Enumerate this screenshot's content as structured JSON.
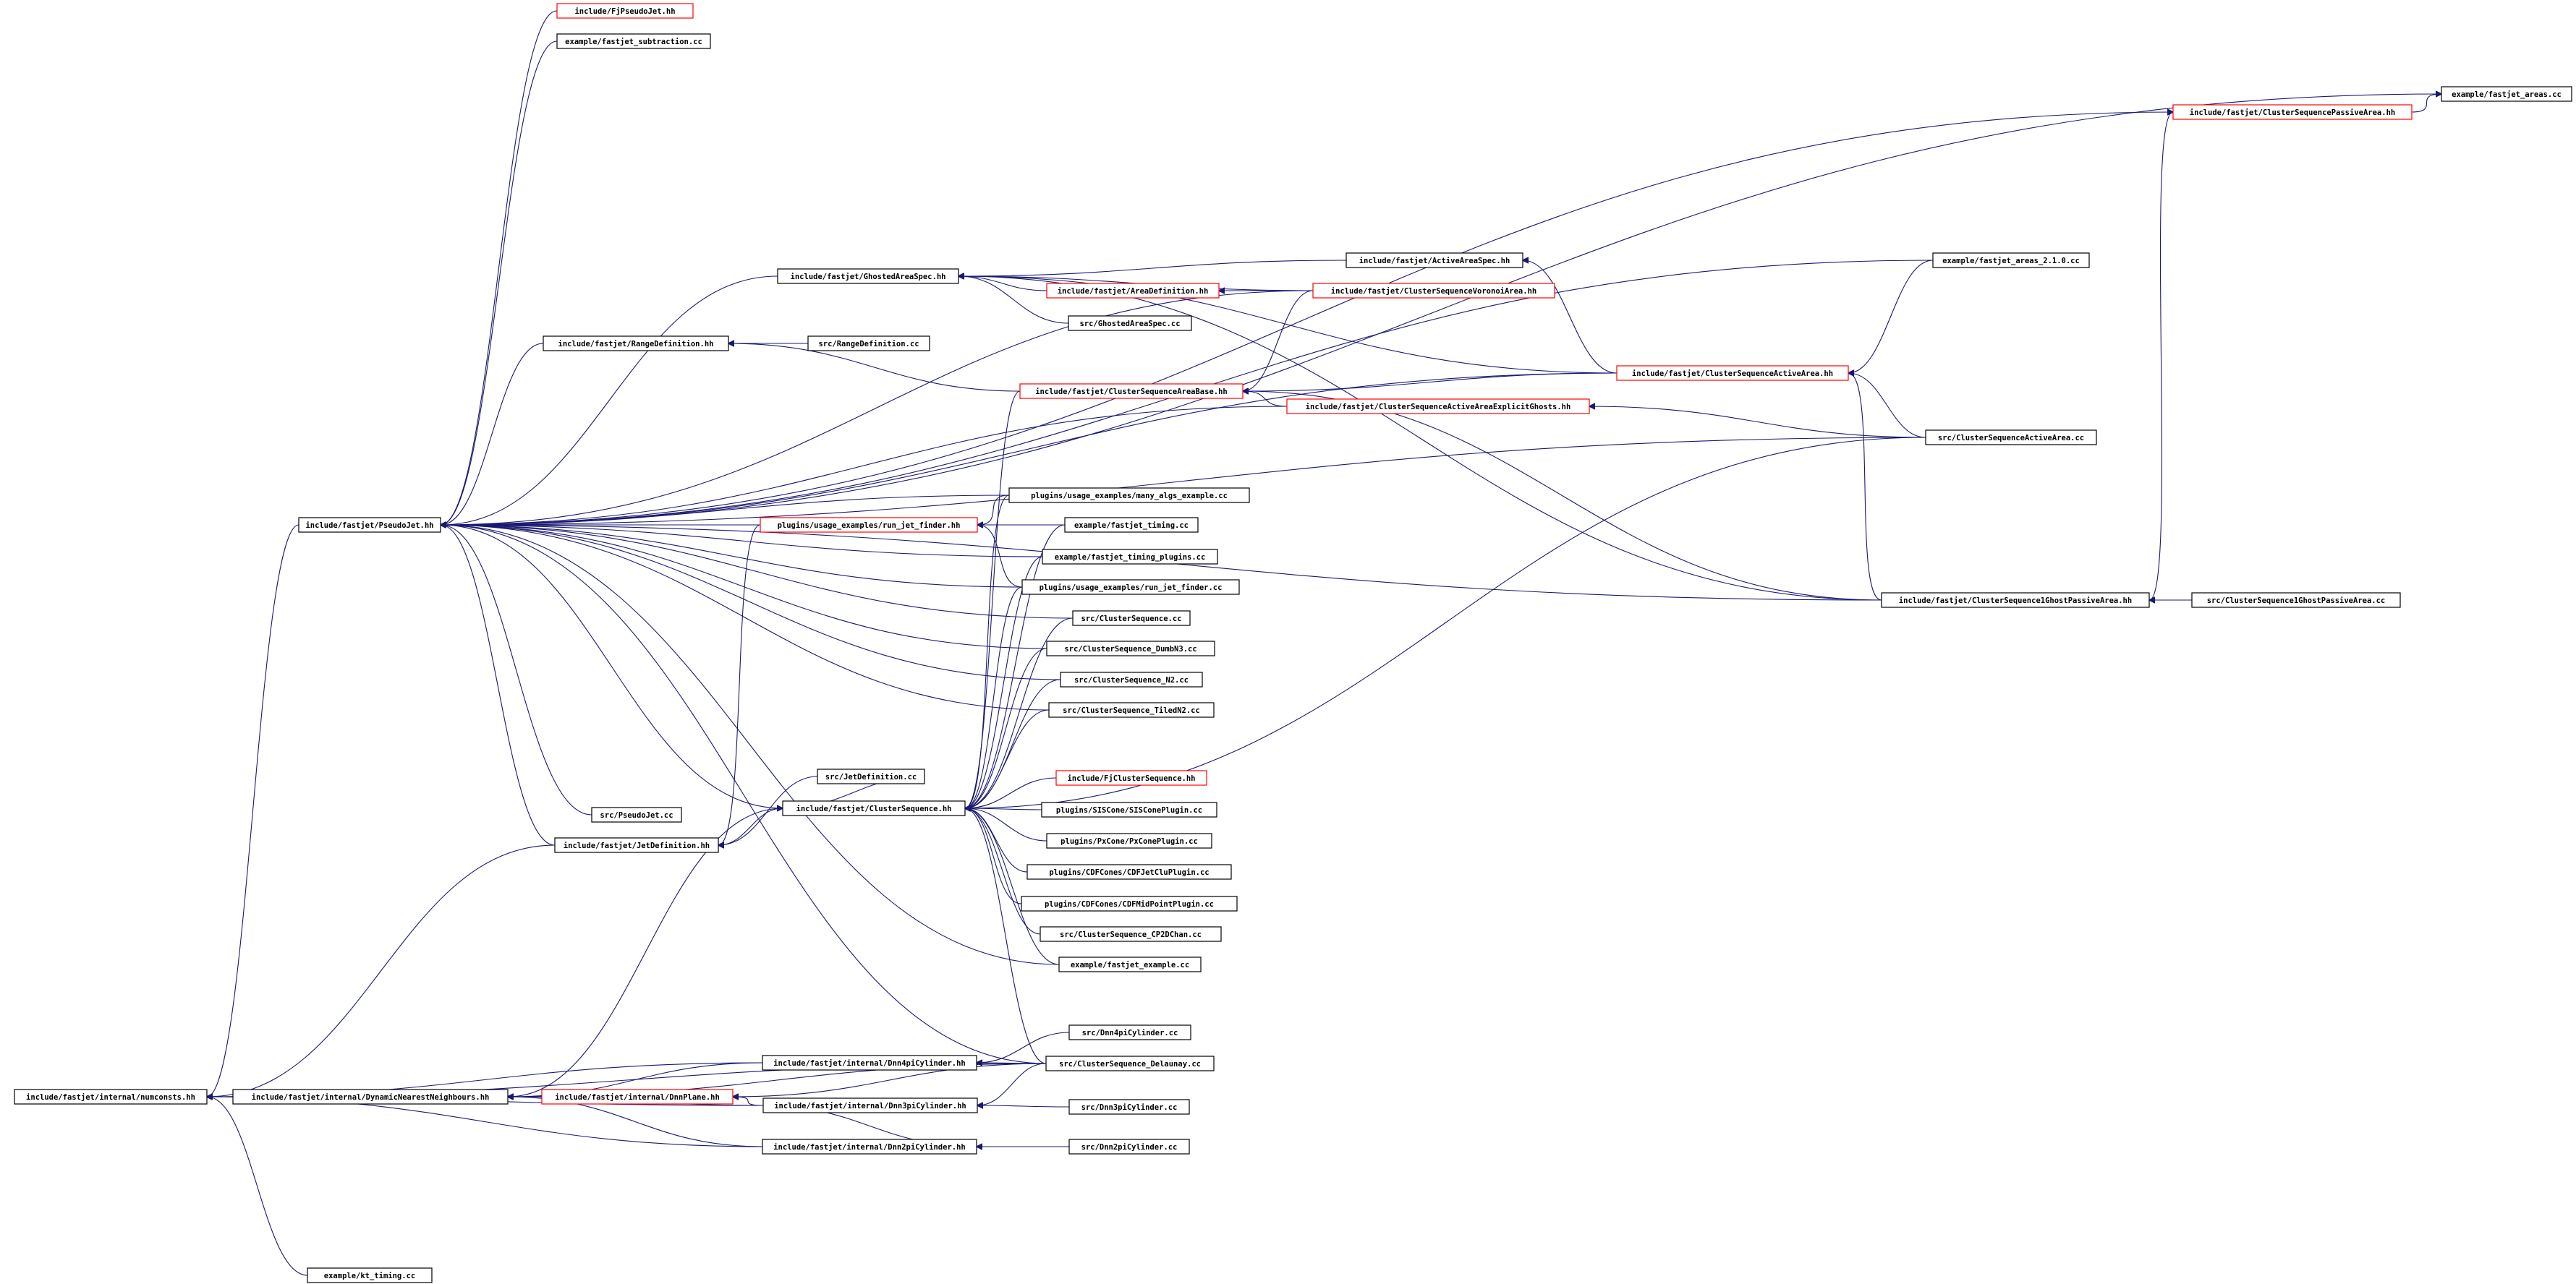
{
  "graph": {
    "colors": {
      "edge": "#191970",
      "linked_border": "#000000",
      "undocumented_border": "#ff0000",
      "root_fill": "#bfbfbf"
    },
    "nodes": [
      {
        "id": "numconsts",
        "label": "include/fastjet/internal/numconsts.hh",
        "style": "root"
      },
      {
        "id": "pseudojet_hh",
        "label": "include/fastjet/PseudoJet.hh",
        "style": "linked"
      },
      {
        "id": "dnn_hh",
        "label": "include/fastjet/internal/DynamicNearestNeighbours.hh",
        "style": "linked"
      },
      {
        "id": "kt_timing",
        "label": "example/kt_timing.cc",
        "style": "linked"
      },
      {
        "id": "fj_pseudojet",
        "label": "include/FjPseudoJet.hh",
        "style": "undocumented"
      },
      {
        "id": "fj_subtraction",
        "label": "example/fastjet_subtraction.cc",
        "style": "linked"
      },
      {
        "id": "fj_areas",
        "label": "example/fastjet_areas.cc",
        "style": "linked"
      },
      {
        "id": "cs_passive",
        "label": "include/fastjet/ClusterSequencePassiveArea.hh",
        "style": "undocumented"
      },
      {
        "id": "fj_areas_210",
        "label": "example/fastjet_areas_2.1.0.cc",
        "style": "linked"
      },
      {
        "id": "activeareaspec",
        "label": "include/fastjet/ActiveAreaSpec.hh",
        "style": "linked"
      },
      {
        "id": "ghostedareaspec_hh",
        "label": "include/fastjet/GhostedAreaSpec.hh",
        "style": "linked"
      },
      {
        "id": "areadefinition",
        "label": "include/fastjet/AreaDefinition.hh",
        "style": "undocumented"
      },
      {
        "id": "cs_voronoi",
        "label": "include/fastjet/ClusterSequenceVoronoiArea.hh",
        "style": "undocumented"
      },
      {
        "id": "ghostedareaspec_cc",
        "label": "src/GhostedAreaSpec.cc",
        "style": "linked"
      },
      {
        "id": "rangedef_hh",
        "label": "include/fastjet/RangeDefinition.hh",
        "style": "linked"
      },
      {
        "id": "rangedef_cc",
        "label": "src/RangeDefinition.cc",
        "style": "linked"
      },
      {
        "id": "cs_active_hh",
        "label": "include/fastjet/ClusterSequenceActiveArea.hh",
        "style": "undocumented"
      },
      {
        "id": "cs_areabase",
        "label": "include/fastjet/ClusterSequenceAreaBase.hh",
        "style": "undocumented"
      },
      {
        "id": "cs_active_eg",
        "label": "include/fastjet/ClusterSequenceActiveAreaExplicitGhosts.hh",
        "style": "undocumented"
      },
      {
        "id": "cs_active_cc",
        "label": "src/ClusterSequenceActiveArea.cc",
        "style": "linked"
      },
      {
        "id": "many_algs",
        "label": "plugins/usage_examples/many_algs_example.cc",
        "style": "linked"
      },
      {
        "id": "run_jet_finder_hh",
        "label": "plugins/usage_examples/run_jet_finder.hh",
        "style": "undocumented"
      },
      {
        "id": "fj_timing",
        "label": "example/fastjet_timing.cc",
        "style": "linked"
      },
      {
        "id": "fj_timing_plugins",
        "label": "example/fastjet_timing_plugins.cc",
        "style": "linked"
      },
      {
        "id": "run_jet_finder_cc",
        "label": "plugins/usage_examples/run_jet_finder.cc",
        "style": "linked"
      },
      {
        "id": "cs_1ghost_hh",
        "label": "include/fastjet/ClusterSequence1GhostPassiveArea.hh",
        "style": "linked"
      },
      {
        "id": "cs_1ghost_cc",
        "label": "src/ClusterSequence1GhostPassiveArea.cc",
        "style": "linked"
      },
      {
        "id": "cs_cc",
        "label": "src/ClusterSequence.cc",
        "style": "linked"
      },
      {
        "id": "cs_dumbn3",
        "label": "src/ClusterSequence_DumbN3.cc",
        "style": "linked"
      },
      {
        "id": "cs_n2",
        "label": "src/ClusterSequence_N2.cc",
        "style": "linked"
      },
      {
        "id": "cs_tiledn2",
        "label": "src/ClusterSequence_TiledN2.cc",
        "style": "linked"
      },
      {
        "id": "jetdef_cc",
        "label": "src/JetDefinition.cc",
        "style": "linked"
      },
      {
        "id": "fj_clusterseq",
        "label": "include/FjClusterSequence.hh",
        "style": "undocumented"
      },
      {
        "id": "cs_hh",
        "label": "include/fastjet/ClusterSequence.hh",
        "style": "linked"
      },
      {
        "id": "siscone",
        "label": "plugins/SISCone/SISConePlugin.cc",
        "style": "linked"
      },
      {
        "id": "pxcone",
        "label": "plugins/PxCone/PxConePlugin.cc",
        "style": "linked"
      },
      {
        "id": "pseudojet_cc",
        "label": "src/PseudoJet.cc",
        "style": "linked"
      },
      {
        "id": "jetdef_hh",
        "label": "include/fastjet/JetDefinition.hh",
        "style": "linked"
      },
      {
        "id": "cdfjetclu",
        "label": "plugins/CDFCones/CDFJetCluPlugin.cc",
        "style": "linked"
      },
      {
        "id": "cdfmidpoint",
        "label": "plugins/CDFCones/CDFMidPointPlugin.cc",
        "style": "linked"
      },
      {
        "id": "cs_cp2dchan",
        "label": "src/ClusterSequence_CP2DChan.cc",
        "style": "linked"
      },
      {
        "id": "fj_example",
        "label": "example/fastjet_example.cc",
        "style": "linked"
      },
      {
        "id": "dnn4pi_cc",
        "label": "src/Dnn4piCylinder.cc",
        "style": "linked"
      },
      {
        "id": "dnn4pi_hh",
        "label": "include/fastjet/internal/Dnn4piCylinder.hh",
        "style": "linked"
      },
      {
        "id": "cs_delaunay",
        "label": "src/ClusterSequence_Delaunay.cc",
        "style": "linked"
      },
      {
        "id": "dnnplane",
        "label": "include/fastjet/internal/DnnPlane.hh",
        "style": "undocumented"
      },
      {
        "id": "dnn3pi_hh",
        "label": "include/fastjet/internal/Dnn3piCylinder.hh",
        "style": "linked"
      },
      {
        "id": "dnn3pi_cc",
        "label": "src/Dnn3piCylinder.cc",
        "style": "linked"
      },
      {
        "id": "dnn2pi_hh",
        "label": "include/fastjet/internal/Dnn2piCylinder.hh",
        "style": "linked"
      },
      {
        "id": "dnn2pi_cc",
        "label": "src/Dnn2piCylinder.cc",
        "style": "linked"
      }
    ],
    "edges": [
      [
        "pseudojet_hh",
        "numconsts"
      ],
      [
        "dnn_hh",
        "numconsts"
      ],
      [
        "kt_timing",
        "numconsts"
      ],
      [
        "jetdef_hh",
        "numconsts"
      ],
      [
        "dnn4pi_hh",
        "numconsts"
      ],
      [
        "dnn3pi_hh",
        "numconsts"
      ],
      [
        "dnn2pi_hh",
        "numconsts"
      ],
      [
        "dnnplane",
        "numconsts"
      ],
      [
        "cs_delaunay",
        "numconsts"
      ],
      [
        "dnnplane",
        "dnn_hh"
      ],
      [
        "dnn4pi_hh",
        "dnn_hh"
      ],
      [
        "dnn3pi_hh",
        "dnn_hh"
      ],
      [
        "dnn2pi_hh",
        "dnn_hh"
      ],
      [
        "cs_delaunay",
        "dnn_hh"
      ],
      [
        "dnn3pi_hh",
        "dnnplane"
      ],
      [
        "cs_delaunay",
        "dnnplane"
      ],
      [
        "dnn4pi_cc",
        "dnn4pi_hh"
      ],
      [
        "cs_delaunay",
        "dnn4pi_hh"
      ],
      [
        "dnn3pi_cc",
        "dnn3pi_hh"
      ],
      [
        "cs_delaunay",
        "dnn3pi_hh"
      ],
      [
        "dnn2pi_cc",
        "dnn2pi_hh"
      ],
      [
        "dnn3pi_hh",
        "dnn2pi_hh"
      ],
      [
        "fj_pseudojet",
        "pseudojet_hh"
      ],
      [
        "fj_subtraction",
        "pseudojet_hh"
      ],
      [
        "fj_areas",
        "pseudojet_hh"
      ],
      [
        "cs_passive",
        "pseudojet_hh"
      ],
      [
        "fj_areas_210",
        "pseudojet_hh"
      ],
      [
        "ghostedareaspec_hh",
        "pseudojet_hh"
      ],
      [
        "cs_voronoi",
        "pseudojet_hh"
      ],
      [
        "rangedef_hh",
        "pseudojet_hh"
      ],
      [
        "cs_active_hh",
        "pseudojet_hh"
      ],
      [
        "cs_active_eg",
        "pseudojet_hh"
      ],
      [
        "cs_active_cc",
        "pseudojet_hh"
      ],
      [
        "many_algs",
        "pseudojet_hh"
      ],
      [
        "run_jet_finder_hh",
        "pseudojet_hh"
      ],
      [
        "fj_timing",
        "pseudojet_hh"
      ],
      [
        "fj_timing_plugins",
        "pseudojet_hh"
      ],
      [
        "run_jet_finder_cc",
        "pseudojet_hh"
      ],
      [
        "cs_cc",
        "pseudojet_hh"
      ],
      [
        "cs_dumbn3",
        "pseudojet_hh"
      ],
      [
        "cs_n2",
        "pseudojet_hh"
      ],
      [
        "cs_tiledn2",
        "pseudojet_hh"
      ],
      [
        "cs_hh",
        "pseudojet_hh"
      ],
      [
        "pseudojet_cc",
        "pseudojet_hh"
      ],
      [
        "jetdef_hh",
        "pseudojet_hh"
      ],
      [
        "cs_delaunay",
        "pseudojet_hh"
      ],
      [
        "fj_example",
        "pseudojet_hh"
      ],
      [
        "cs_1ghost_hh",
        "pseudojet_hh"
      ],
      [
        "activeareaspec",
        "ghostedareaspec_hh"
      ],
      [
        "areadefinition",
        "ghostedareaspec_hh"
      ],
      [
        "ghostedareaspec_cc",
        "ghostedareaspec_hh"
      ],
      [
        "cs_voronoi",
        "ghostedareaspec_hh"
      ],
      [
        "cs_active_hh",
        "ghostedareaspec_hh"
      ],
      [
        "cs_1ghost_hh",
        "ghostedareaspec_hh"
      ],
      [
        "cs_voronoi",
        "areadefinition"
      ],
      [
        "rangedef_cc",
        "rangedef_hh"
      ],
      [
        "cs_areabase",
        "rangedef_hh"
      ],
      [
        "cs_active_hh",
        "activeareaspec"
      ],
      [
        "cs_passive",
        "fj_areas"
      ],
      [
        "cs_1ghost_hh",
        "cs_passive"
      ],
      [
        "fj_areas_210",
        "cs_active_hh"
      ],
      [
        "cs_active_cc",
        "cs_active_hh"
      ],
      [
        "cs_1ghost_hh",
        "cs_active_hh"
      ],
      [
        "cs_voronoi",
        "cs_areabase"
      ],
      [
        "cs_active_hh",
        "cs_areabase"
      ],
      [
        "cs_active_eg",
        "cs_areabase"
      ],
      [
        "cs_1ghost_hh",
        "cs_areabase"
      ],
      [
        "cs_active_cc",
        "cs_active_eg"
      ],
      [
        "cs_1ghost_cc",
        "cs_1ghost_hh"
      ],
      [
        "many_algs",
        "run_jet_finder_hh"
      ],
      [
        "run_jet_finder_cc",
        "run_jet_finder_hh"
      ],
      [
        "jetdef_cc",
        "jetdef_hh"
      ],
      [
        "cs_hh",
        "jetdef_hh"
      ],
      [
        "run_jet_finder_hh",
        "jetdef_hh"
      ],
      [
        "cs_areabase",
        "cs_hh"
      ],
      [
        "many_algs",
        "cs_hh"
      ],
      [
        "fj_timing",
        "cs_hh"
      ],
      [
        "fj_timing_plugins",
        "cs_hh"
      ],
      [
        "run_jet_finder_cc",
        "cs_hh"
      ],
      [
        "cs_cc",
        "cs_hh"
      ],
      [
        "cs_dumbn3",
        "cs_hh"
      ],
      [
        "cs_n2",
        "cs_hh"
      ],
      [
        "cs_tiledn2",
        "cs_hh"
      ],
      [
        "jetdef_cc",
        "cs_hh"
      ],
      [
        "fj_clusterseq",
        "cs_hh"
      ],
      [
        "siscone",
        "cs_hh"
      ],
      [
        "pxcone",
        "cs_hh"
      ],
      [
        "cdfjetclu",
        "cs_hh"
      ],
      [
        "cdfmidpoint",
        "cs_hh"
      ],
      [
        "cs_cp2dchan",
        "cs_hh"
      ],
      [
        "fj_example",
        "cs_hh"
      ],
      [
        "cs_delaunay",
        "cs_hh"
      ],
      [
        "cs_active_cc",
        "cs_hh"
      ],
      [
        "dnn_hh",
        "cs_hh"
      ]
    ]
  }
}
